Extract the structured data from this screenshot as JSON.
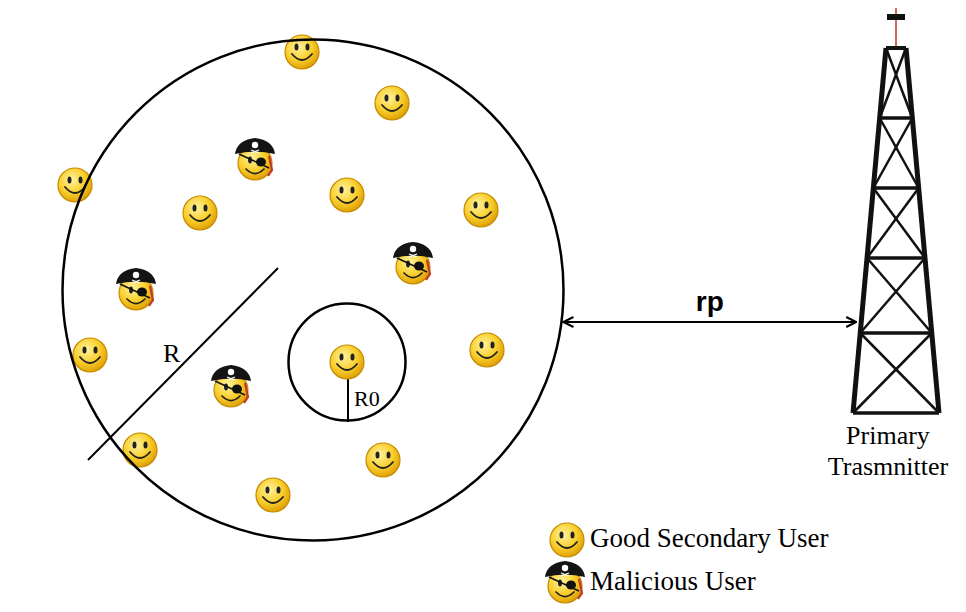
{
  "diagram": {
    "nodes": [
      {
        "text": [
          "R"
        ]
      },
      {
        "text": [
          "R0"
        ],
        "in": 0
      },
      {
        "text": [
          "Primary Trasmnitter"
        ]
      }
    ],
    "edges": [
      {
        "from": 0,
        "to": 2,
        "arrow": "both",
        "label": "rp"
      }
    ],
    "legend": [
      {
        "text": "Good Secondary User"
      },
      {
        "text": "Malicious User"
      }
    ]
  }
}
